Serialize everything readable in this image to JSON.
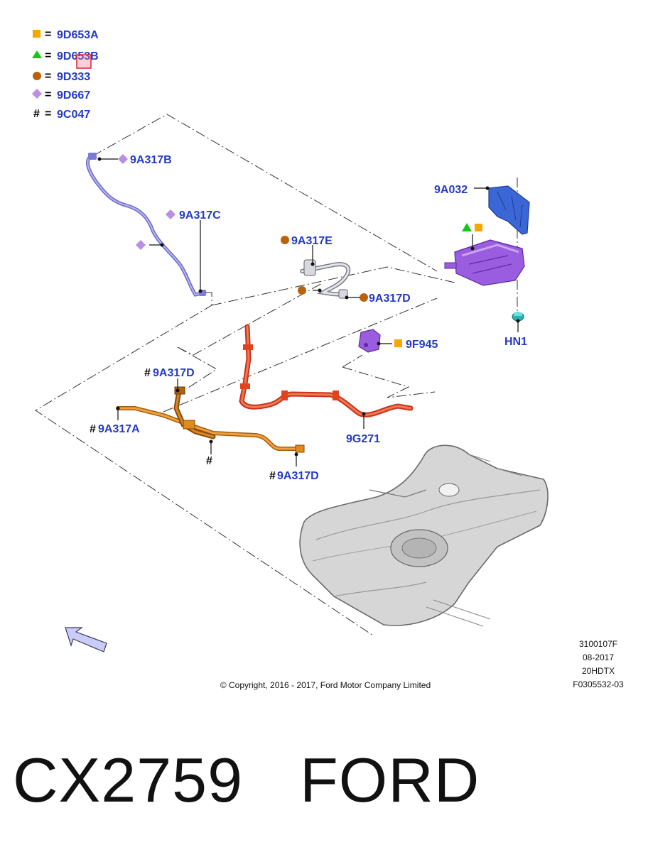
{
  "legend": [
    {
      "symbol": "square",
      "color": "#f6a800",
      "code": "9D653A"
    },
    {
      "symbol": "triangle",
      "color": "#14c814",
      "code": "9D653B"
    },
    {
      "symbol": "circle",
      "color": "#b8620c",
      "code": "9D333"
    },
    {
      "symbol": "diamond",
      "color": "#b98ee6",
      "code": "9D667"
    },
    {
      "symbol": "hash",
      "text": "#",
      "code": "9C047"
    }
  ],
  "equals_sign": "=",
  "hash_sign": "#",
  "labels": {
    "a317b": "9A317B",
    "a317c": "9A317C",
    "a317e": "9A317E",
    "a317d_top": "9A317D",
    "a032": "9A032",
    "hn1": "HN1",
    "f945": "9F945",
    "a317d_left": "9A317D",
    "a317a": "9A317A",
    "g271": "9G271",
    "a317d_bottom": "9A317D"
  },
  "info": {
    "line1": "3100107F",
    "line2": "08-2017",
    "line3": "20HDTX",
    "line4": "F0305532-03"
  },
  "copyright": "© Copyright, 2016 - 2017, Ford Motor Company Limited",
  "footer": {
    "code": "CX2759",
    "brand": "FORD"
  },
  "colors": {
    "label_blue": "#2439c8",
    "purple_line": "#8d8be0",
    "orange_line": "#e08a1e",
    "red_hose": "#e0441f",
    "canister": "#9b5de0",
    "shield": "#3b67d6",
    "clip": "#29b3b0"
  }
}
